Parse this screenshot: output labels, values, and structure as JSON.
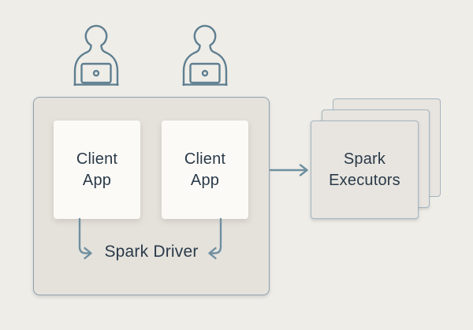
{
  "palette": {
    "page_background": "#EFEDE8",
    "icon_stroke": "#5E7F90",
    "arrow_stroke": "#6E8FA0",
    "container_fill": "#E5E2DC",
    "container_border": "#8EA3AF",
    "card_fill": "#FBFAF7",
    "executor_fill": "#E8E5E0",
    "executor_border": "#A3B5BF",
    "text_color": "#2A3A49"
  },
  "diagram": {
    "users": [
      {
        "icon": "user-laptop-icon"
      },
      {
        "icon": "user-laptop-icon"
      }
    ],
    "driver": {
      "label": "Spark Driver",
      "client_apps": [
        {
          "label": "Client App"
        },
        {
          "label": "Client App"
        }
      ]
    },
    "executors": {
      "label": "Spark Executors",
      "stack_count": 3
    }
  }
}
